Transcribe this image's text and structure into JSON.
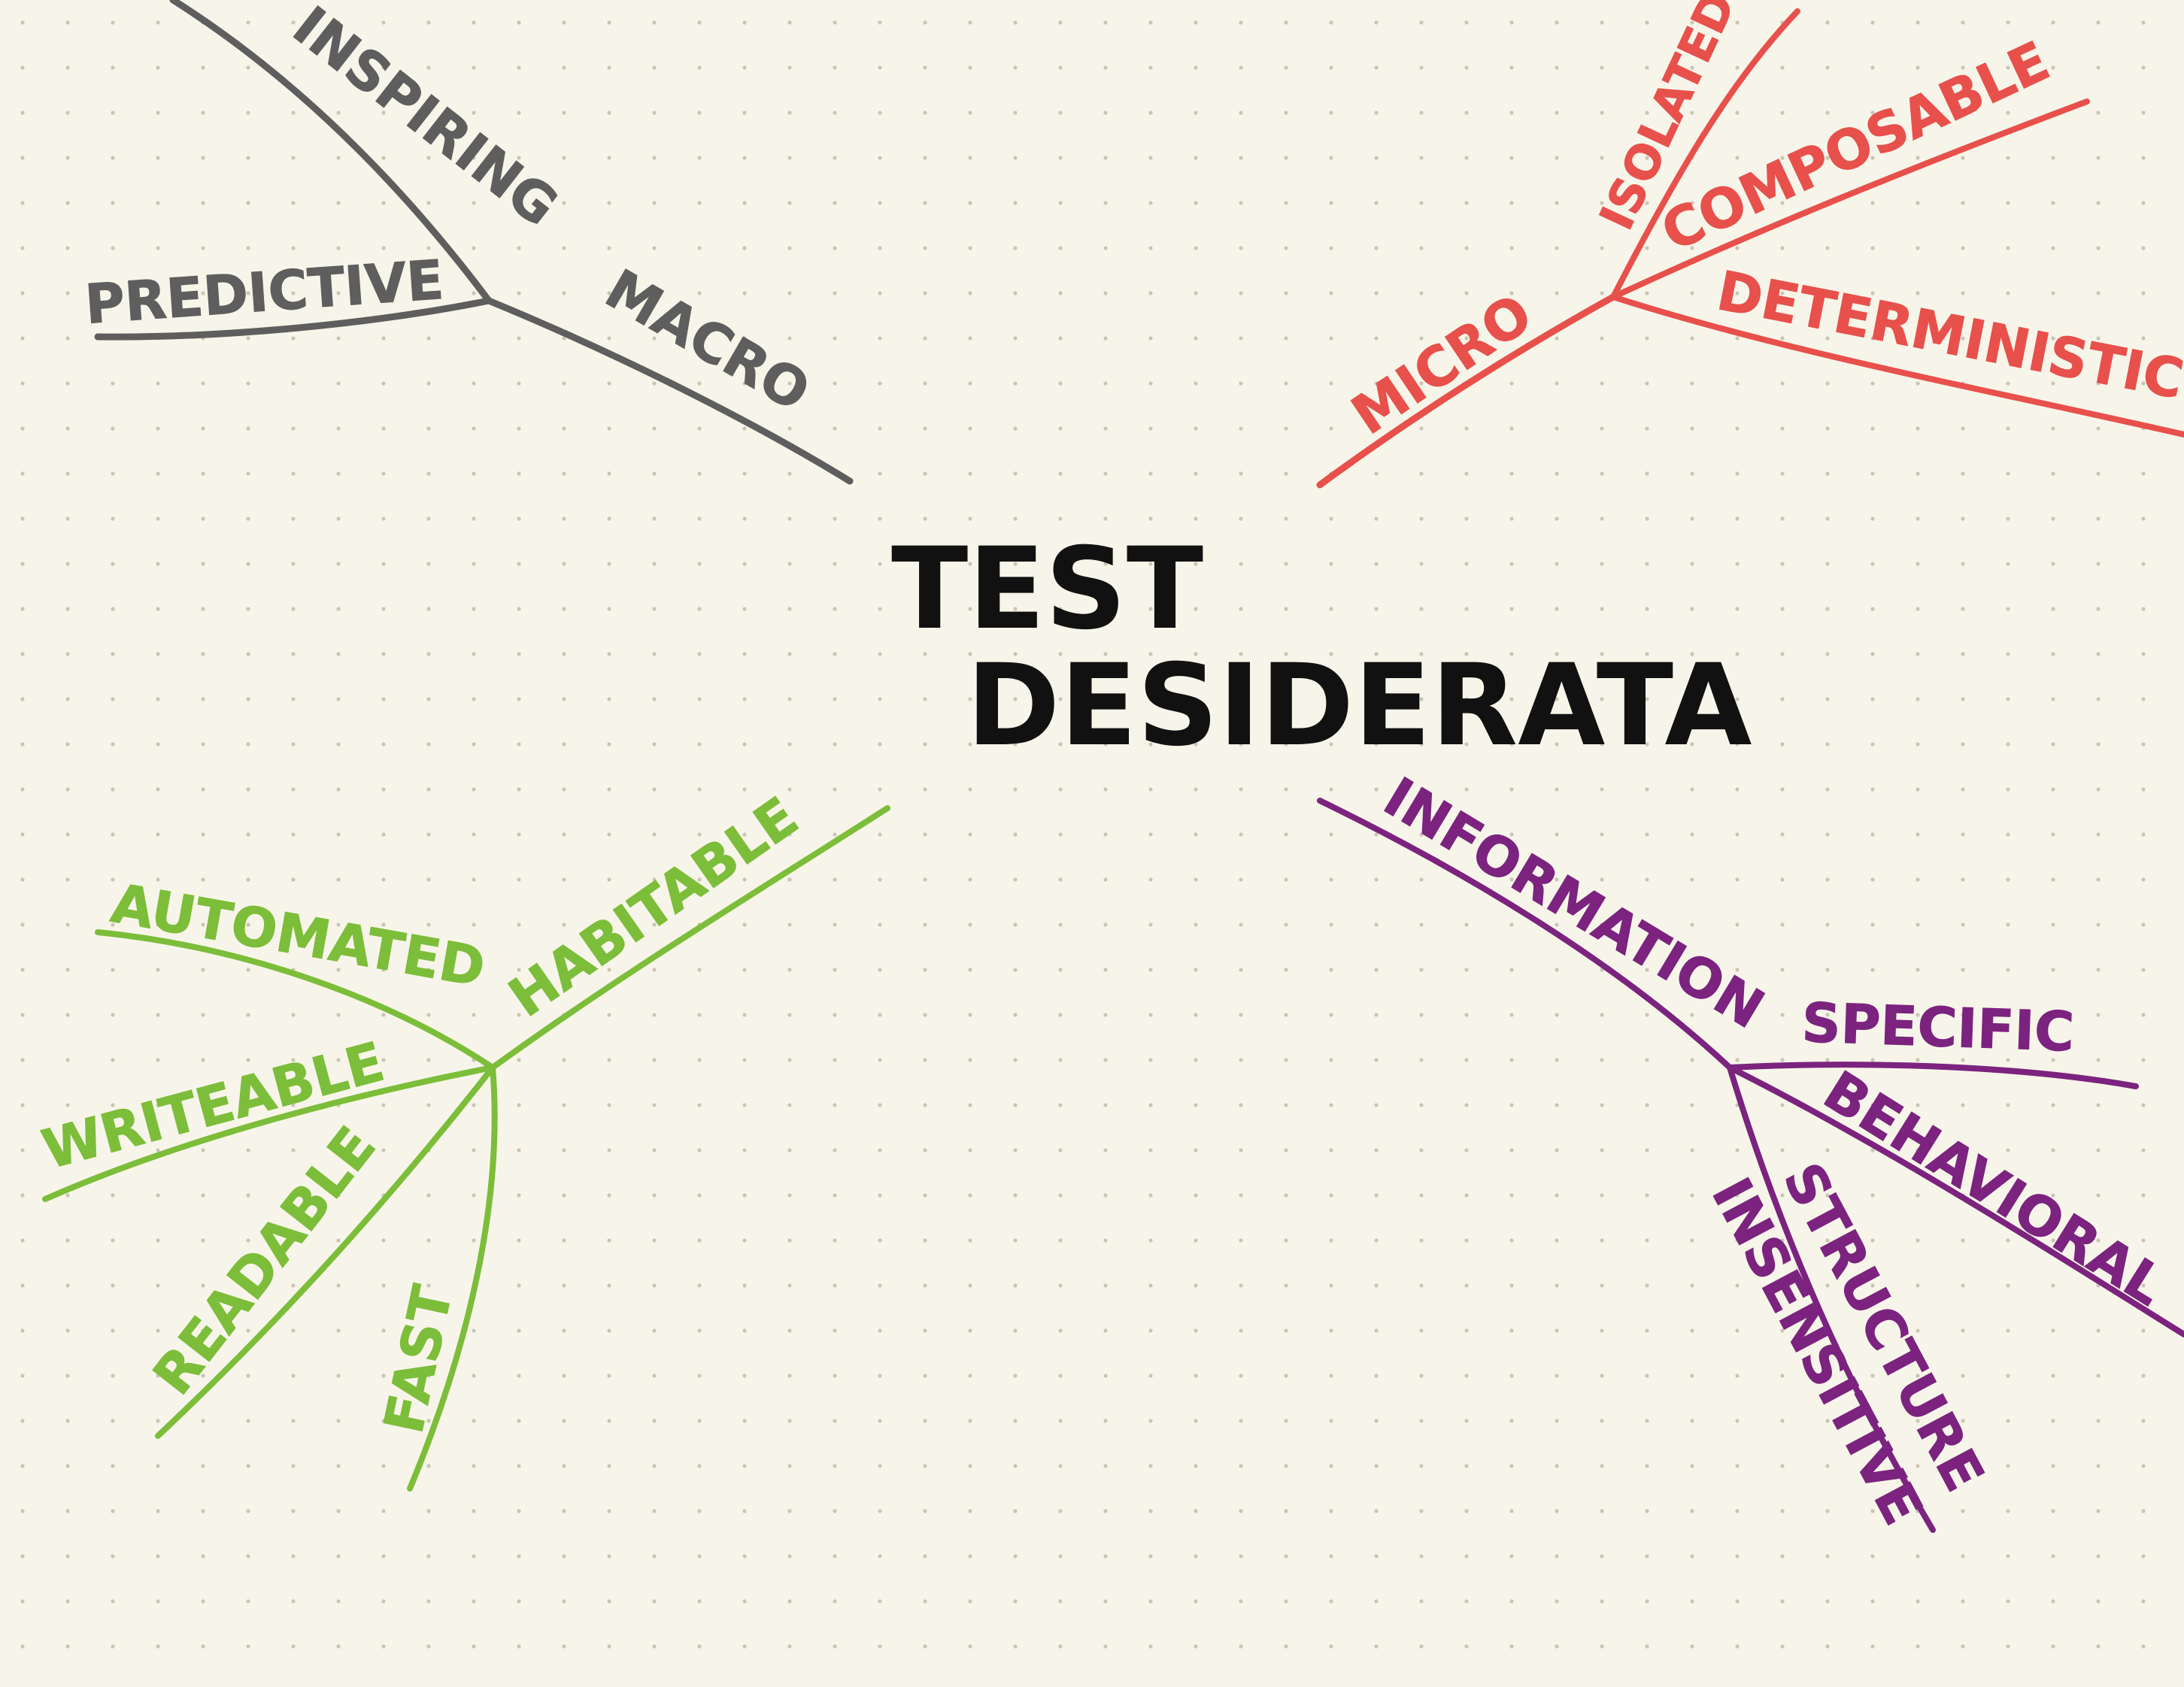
{
  "title": {
    "line1": "TEST",
    "line2": "DESIDERATA"
  },
  "colors": {
    "background": "#f7f5e9",
    "dots": "#c9c6b6",
    "center": "#111111",
    "macro": "#5e5e5e",
    "micro": "#e8504c",
    "habitable": "#7cbd3a",
    "information": "#7b237f"
  },
  "branches": {
    "macro": {
      "label": "MACRO",
      "children": [
        "INSPIRING",
        "PREDICTIVE"
      ]
    },
    "micro": {
      "label": "MICRO",
      "children": [
        "ISOLATED",
        "COMPOSABLE",
        "DETERMINISTIC"
      ]
    },
    "habitable": {
      "label": "HABITABLE",
      "children": [
        "AUTOMATED",
        "WRITEABLE",
        "READABLE",
        "FAST"
      ]
    },
    "information": {
      "label": "INFORMATION",
      "children": [
        "SPECIFIC",
        "BEHAVIORAL",
        "STRUCTURE",
        "INSENSITIVE"
      ]
    }
  }
}
